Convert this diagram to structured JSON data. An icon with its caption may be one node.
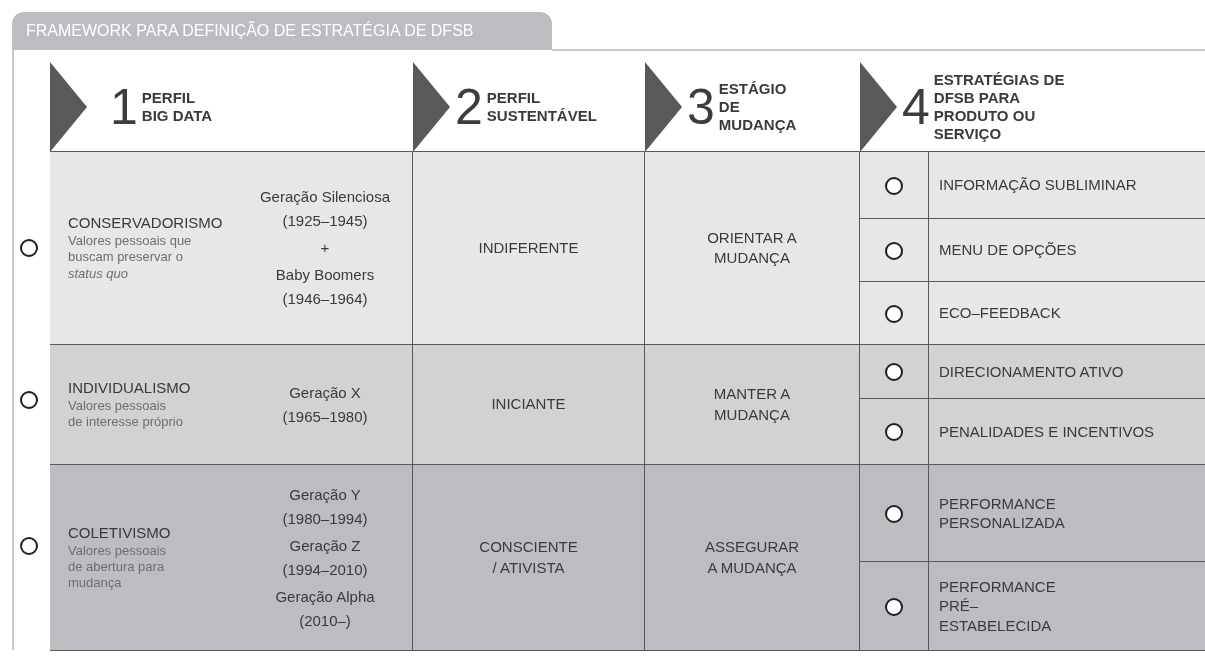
{
  "diagram": {
    "title": "FRAMEWORK PARA DEFINIÇÃO DE ESTRATÉGIA DE DFSB",
    "nodes": [
      {
        "text": [
          "1",
          "PERFIL BIG DATA"
        ]
      },
      {
        "text": [
          "2",
          "PERFIL SUSTENTÁVEL"
        ]
      },
      {
        "text": [
          "3",
          "ESTÁGIO DE MUDANÇA"
        ]
      },
      {
        "text": [
          "4",
          "ESTRATÉGIAS DE DFSB PARA PRODUTO OU SERVIÇO"
        ]
      },
      {
        "text": [],
        "shape": "circle"
      },
      {
        "text": [
          "CONSERVADORISMO",
          "Valores pessoais que buscam preservar o *status quo*",
          "Geração Silenciosa (1925–1945)",
          "+",
          "Baby Boomers (1946–1964)"
        ]
      },
      {
        "text": [
          "INDIFERENTE"
        ]
      },
      {
        "text": [
          "ORIENTAR A MUDANÇA"
        ]
      },
      {
        "text": [],
        "shape": "circle"
      },
      {
        "text": [
          "INFORMAÇÃO SUBLIMINAR"
        ]
      },
      {
        "text": [],
        "shape": "circle"
      },
      {
        "text": [
          "MENU DE OPÇÕES"
        ]
      },
      {
        "text": [],
        "shape": "circle"
      },
      {
        "text": [
          "ECO–FEEDBACK"
        ]
      },
      {
        "text": [],
        "shape": "circle"
      },
      {
        "text": [
          "INDIVIDUALISMO",
          "Valores pessoais de interesse próprio",
          "Geração X (1965–1980)"
        ]
      },
      {
        "text": [
          "INICIANTE"
        ]
      },
      {
        "text": [
          "MANTER A MUDANÇA"
        ]
      },
      {
        "text": [],
        "shape": "circle"
      },
      {
        "text": [
          "DIRECIONAMENTO ATIVO"
        ]
      },
      {
        "text": [],
        "shape": "circle"
      },
      {
        "text": [
          "PENALIDADES E INCENTIVOS"
        ]
      },
      {
        "text": [],
        "shape": "circle"
      },
      {
        "text": [
          "COLETIVISMO",
          "Valores pessoais de abertura para mudança",
          "Geração Y (1980–1994)",
          "Geração Z (1994–2010)",
          "Geração Alpha (2010–)"
        ]
      },
      {
        "text": [
          "CONSCIENTE / ATIVISTA"
        ]
      },
      {
        "text": [
          "ASSEGURAR A MUDANÇA"
        ]
      },
      {
        "text": [],
        "shape": "circle"
      },
      {
        "text": [
          "PERFORMANCE PERSONALIZADA"
        ]
      },
      {
        "text": [],
        "shape": "circle"
      },
      {
        "text": [
          "PERFORMANCE PRÉ–ESTABELECIDA"
        ]
      }
    ]
  }
}
